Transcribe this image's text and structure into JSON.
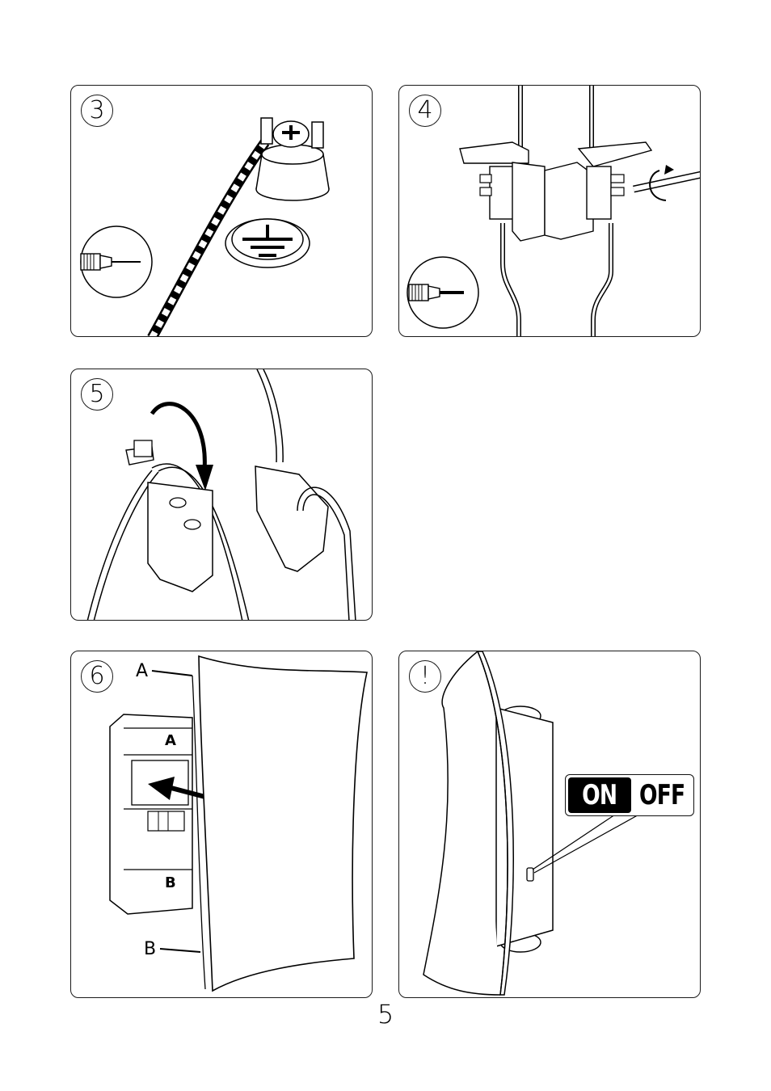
{
  "panels": {
    "step3": {
      "number": "3",
      "tool": "phillips-screwdriver"
    },
    "step4": {
      "number": "4",
      "tool": "flathead-screwdriver"
    },
    "step5": {
      "number": "5"
    },
    "step6": {
      "number": "6",
      "callout_top": "A",
      "callout_bottom": "B",
      "inner_label_top": "A",
      "inner_label_bottom": "B"
    },
    "warning": {
      "number": "!",
      "switch_on": "ON",
      "switch_off": "OFF"
    }
  },
  "page_number": "5"
}
